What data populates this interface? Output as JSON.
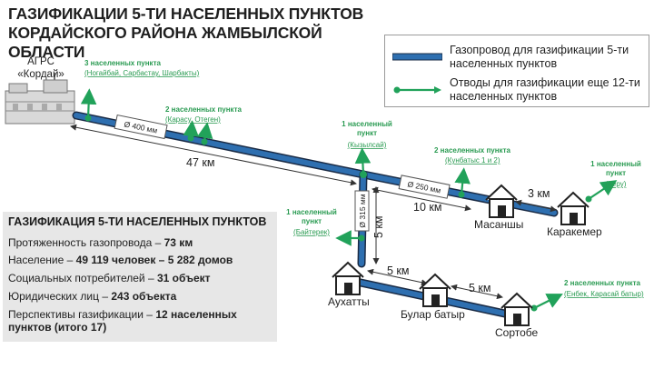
{
  "title": {
    "line1": "ГАЗИФИКАЦИИ 5-ТИ НАСЕЛЕННЫХ ПУНКТОВ",
    "line2": "КОРДАЙСКОГО РАЙОНА ЖАМБЫЛСКОЙ ОБЛАСТИ"
  },
  "legend": {
    "pipeline": "Газопровод для газификации 5-ти населенных пунктов",
    "branches": "Отводы для газификации еще 12-ти населенных пунктов"
  },
  "station": {
    "line1": "АГРС",
    "line2": "«Кордай»"
  },
  "pipes": {
    "d400": "Ø 400 мм",
    "d250": "Ø 250 мм",
    "d315": "Ø 315 мм"
  },
  "distances": {
    "d47": "47 км",
    "d10": "10 км",
    "d3": "3 км",
    "d5v": "5 км",
    "d5a": "5 км",
    "d5b": "5 км"
  },
  "settlements": {
    "masanshy": "Масаншы",
    "karakemer": "Каракемер",
    "aukhatty": "Аухатты",
    "bular": "Булар батыр",
    "sortobe": "Сортобе"
  },
  "branches": [
    {
      "title": "3 населенных пункта",
      "names": "(Ногайбай, Сарбастау, Шарбакты)"
    },
    {
      "title": "2 населенных пункта",
      "names": "(Карасу, Отеген)"
    },
    {
      "title1": "1 населенный",
      "title2": "пункт",
      "names": "(Кызылсай)"
    },
    {
      "title": "2 населенных пункта",
      "names": "(Кунбатыс 1 и 2)"
    },
    {
      "title1": "1 населенный",
      "title2": "пункт",
      "names": "(Керу)"
    },
    {
      "title1": "1 населенный",
      "title2": "пункт",
      "names": "(Байтерек)"
    },
    {
      "title": "2 населенных пункта",
      "names": "(Енбек, Карасай батыр)"
    }
  ],
  "info": {
    "title": "ГАЗИФИКАЦИЯ 5-ТИ НАСЕЛЕННЫХ ПУНКТОВ",
    "length_label": "Протяженность газопровода – ",
    "length_value": "73 км",
    "population_label": "Население – ",
    "population_value": "49 119 человек – 5 282 домов",
    "social_label": "Социальных потребителей – ",
    "social_value": "31 объект",
    "legal_label": "Юридических лиц – ",
    "legal_value": "243 объекта",
    "prospects_label": "Перспективы газификации – ",
    "prospects_value": "12 населенных пунктов (итого 17)"
  },
  "colors": {
    "pipe_fill": "#2e6fb0",
    "pipe_outline": "#1a2b45",
    "branch": "#21a25a",
    "branch_text": "#2a9b52",
    "info_bg": "#e7e7e7"
  }
}
